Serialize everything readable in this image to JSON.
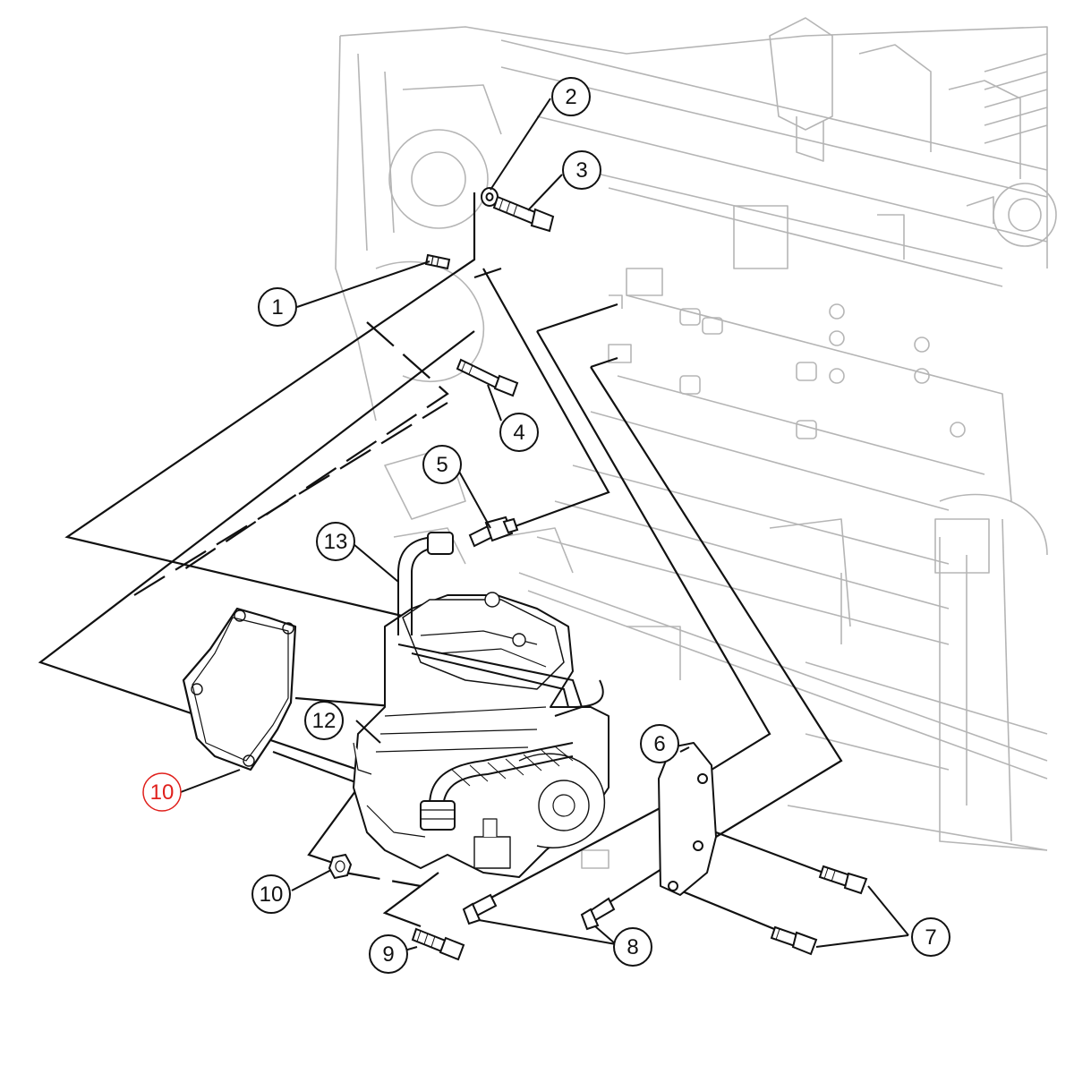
{
  "callouts": {
    "c1": "1",
    "c2": "2",
    "c3": "3",
    "c4": "4",
    "c5": "5",
    "c6": "6",
    "c7": "7",
    "c8": "8",
    "c9": "9",
    "c10a": "10",
    "c10b": "10",
    "c12": "12",
    "c13": "13"
  },
  "colors": {
    "line": "#111111",
    "engine_line": "#b5b5b5",
    "highlight": "#e0201c",
    "background": "#ffffff"
  },
  "highlighted_callout": "10"
}
